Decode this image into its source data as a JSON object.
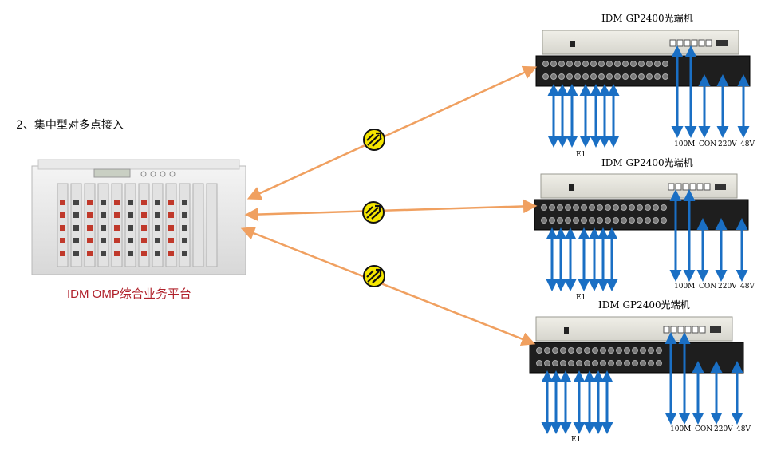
{
  "heading": "2、集中型对多点接入",
  "platform": {
    "label": "IDM OMP综合业务平台"
  },
  "devices": [
    {
      "title": "IDM GP2400光端机",
      "e1_label": "E1",
      "ports": {
        "p100m": "100M",
        "con": "CON",
        "v220": "220V",
        "v48": "48V"
      }
    },
    {
      "title": "IDM GP2400光端机",
      "e1_label": "E1",
      "ports": {
        "p100m": "100M",
        "con": "CON",
        "v220": "220V",
        "v48": "48V"
      }
    },
    {
      "title": "IDM GP2400光端机",
      "e1_label": "E1",
      "ports": {
        "p100m": "100M",
        "con": "CON",
        "v220": "220V",
        "v48": "48V"
      }
    }
  ],
  "colors": {
    "link": "#f0a060",
    "port_arrow": "#1a6fc4",
    "platform_label": "#b0202a",
    "optical_icon_fill": "#f5e600"
  },
  "icons": {
    "optical_link": "optical-transmission-icon"
  }
}
